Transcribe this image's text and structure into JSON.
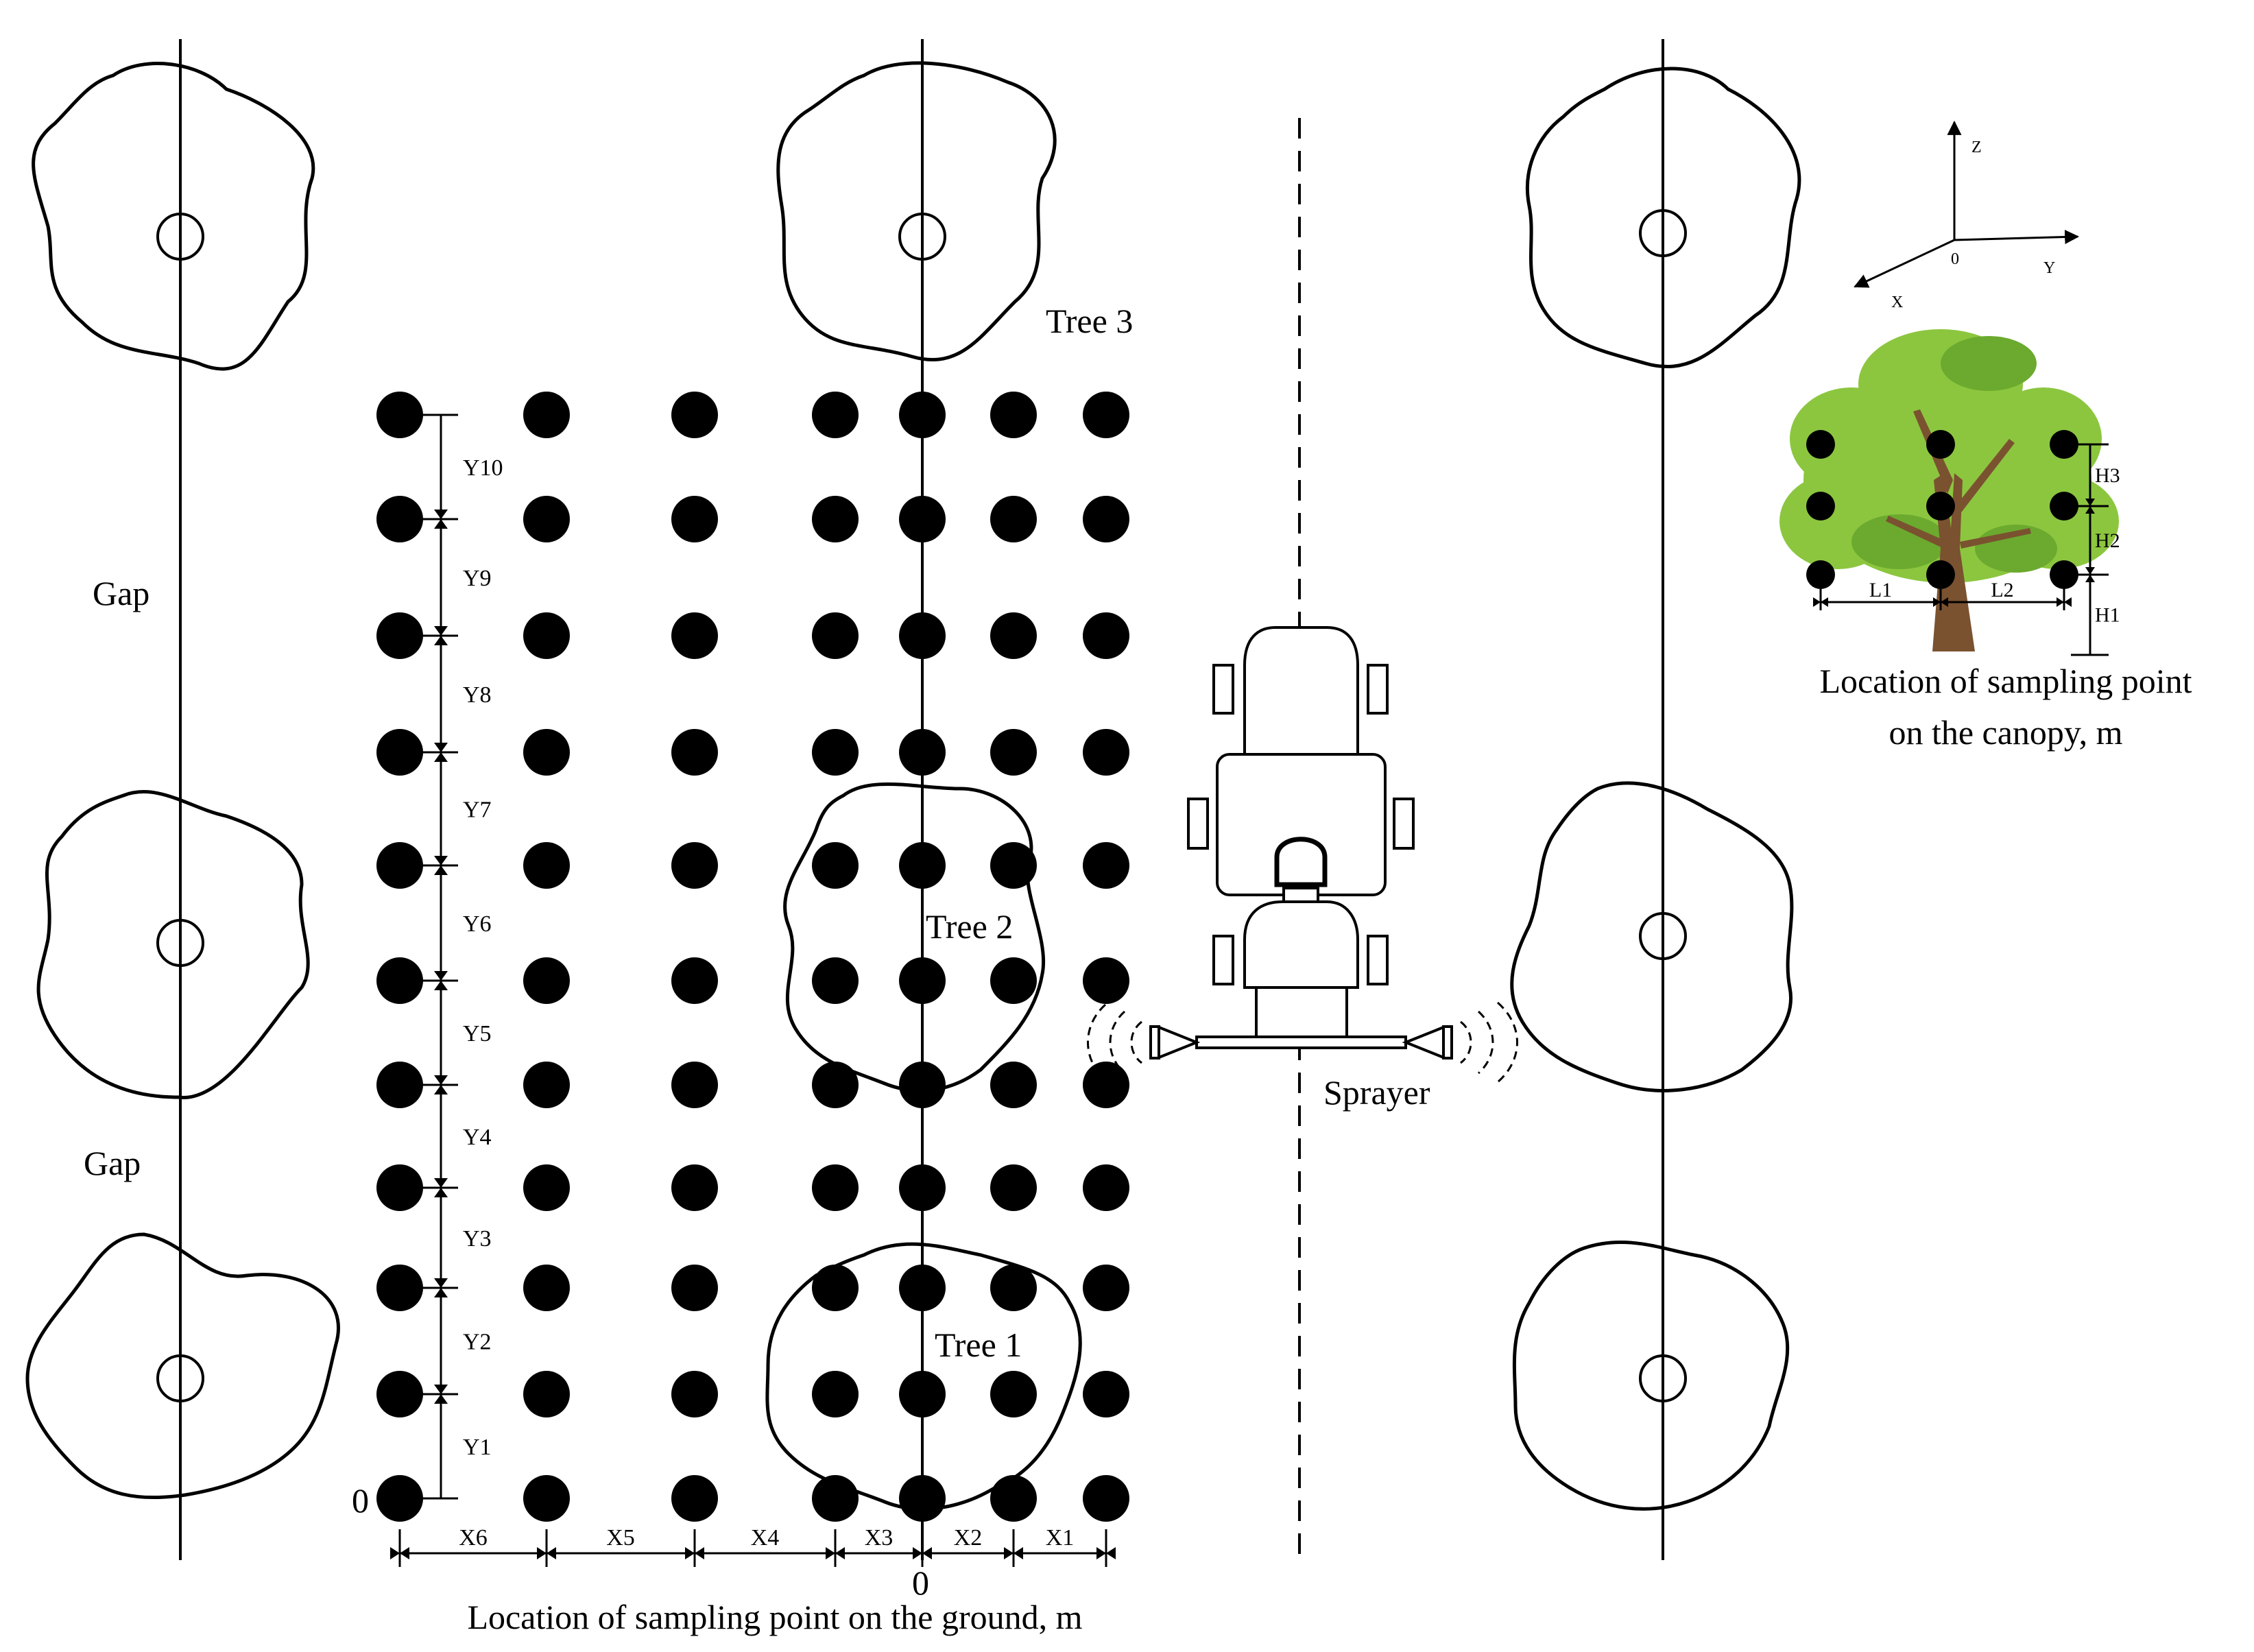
{
  "labels": {
    "tree1": "Tree 1",
    "tree2": "Tree 2",
    "tree3": "Tree 3",
    "gap_upper": "Gap",
    "gap_lower": "Gap",
    "sprayer": "Sprayer",
    "origin_y": "0",
    "origin_x": "0",
    "ground_caption": "Location of sampling point on the ground, m",
    "canopy_caption_line1": "Location of sampling point",
    "canopy_caption_line2": "on the canopy, m"
  },
  "y_intervals": [
    "Y1",
    "Y2",
    "Y3",
    "Y4",
    "Y5",
    "Y6",
    "Y7",
    "Y8",
    "Y9",
    "Y10"
  ],
  "x_intervals": [
    "X6",
    "X5",
    "X4",
    "X3",
    "X2",
    "X1"
  ],
  "axes": {
    "x": "X",
    "y": "Y",
    "z": "Z",
    "origin": "0"
  },
  "canopy_heights": [
    "H3",
    "H2",
    "H1"
  ],
  "canopy_lateral": [
    "L1",
    "L2"
  ],
  "colors": {
    "ink": "#000000",
    "foliage": "#8CC63F",
    "foliage_dark": "#6BAA2E",
    "trunk": "#7A5230"
  }
}
